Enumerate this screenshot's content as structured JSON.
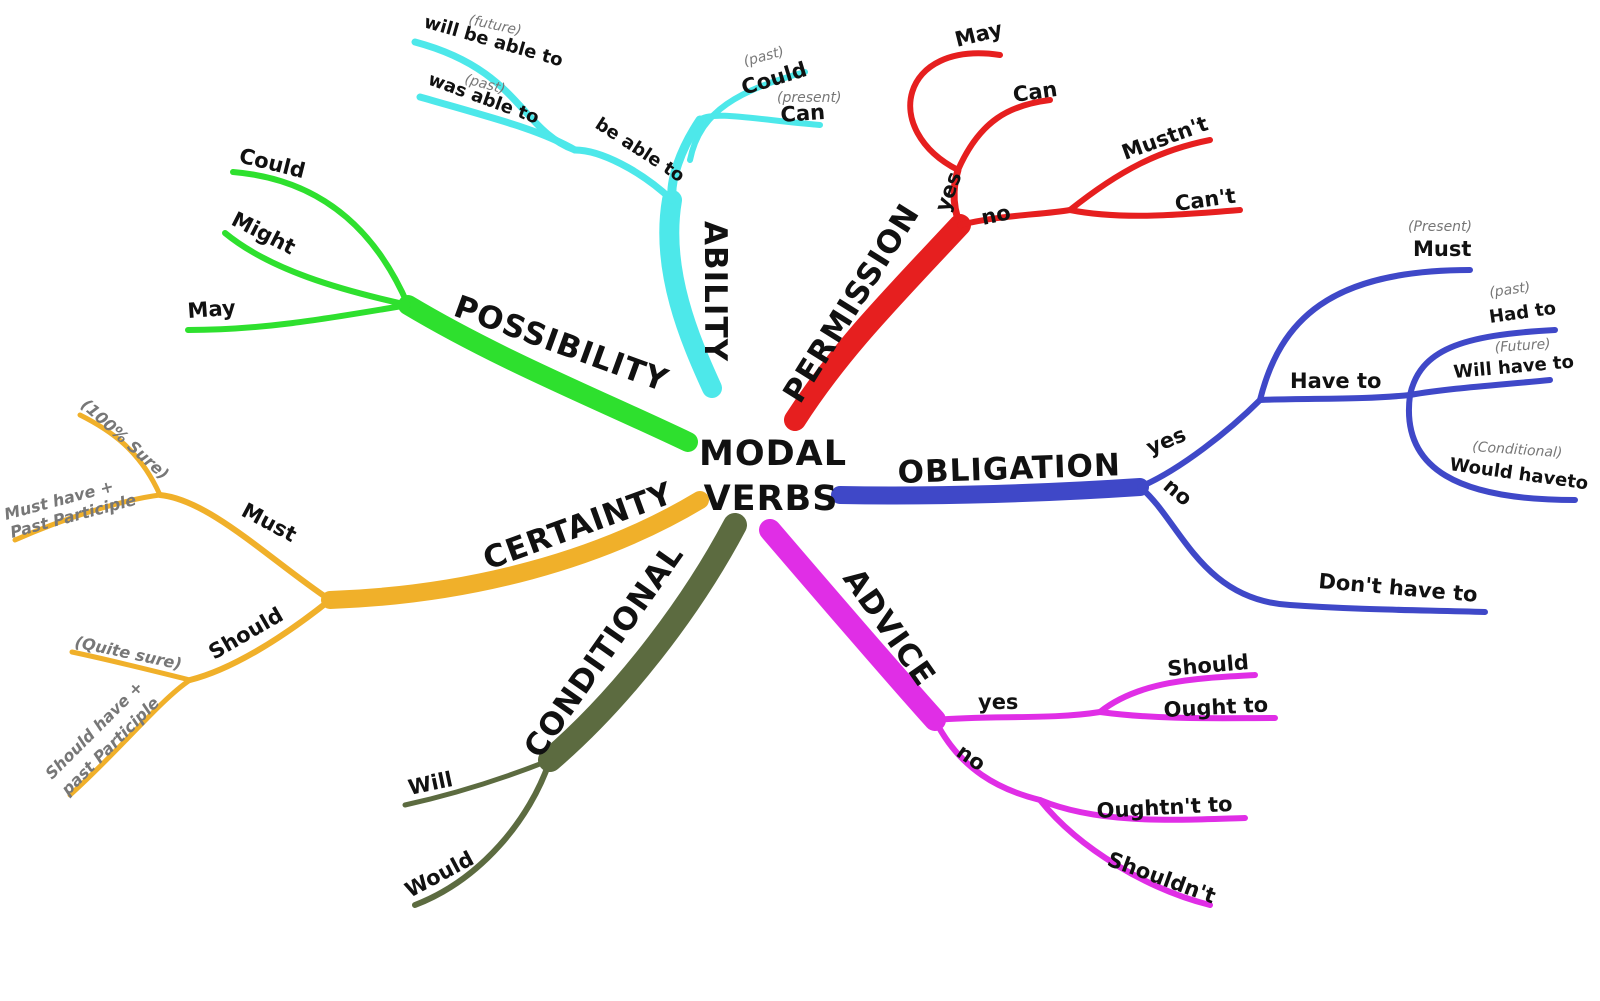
{
  "center": {
    "line1": "MODAL",
    "line2": "VERBS"
  },
  "colors": {
    "ability": "#4de8ea",
    "permission": "#e61f1f",
    "possibility": "#2ee02e",
    "certainty": "#f0b02a",
    "conditional": "#5c6b40",
    "advice": "#e02ee6",
    "obligation": "#3f48c8"
  },
  "branches": {
    "ability": {
      "title": "ABILITY",
      "be_able_to": "be able to",
      "will_note": "(future)",
      "will_be_able_to": "will be able to",
      "was_note": "(past)",
      "was_able_to": "was able to",
      "could_note": "(past)",
      "could": "Could",
      "can_note": "(present)",
      "can": "Can"
    },
    "permission": {
      "title": "PERMISSION",
      "yes": "yes",
      "no": "no",
      "may": "May",
      "can": "Can",
      "mustnt": "Mustn't",
      "cant": "Can't"
    },
    "possibility": {
      "title": "POSSIBILITY",
      "could": "Could",
      "might": "Might",
      "may": "May"
    },
    "certainty": {
      "title": "CERTAINTY",
      "must": "Must",
      "must_note": "(100% Sure)",
      "must_have_1": "Must have +",
      "must_have_2": "Past Participle",
      "should": "Should",
      "should_note": "(Quite sure)",
      "should_have_1": "Should have +",
      "should_have_2": "past Participle"
    },
    "conditional": {
      "title": "CONDITIONAL",
      "will": "Will",
      "would": "Would"
    },
    "advice": {
      "title": "ADVICE",
      "yes": "yes",
      "no": "no",
      "should": "Should",
      "ought_to": "Ought to",
      "oughtnt_to": "Oughtn't to",
      "shouldnt": "Shouldn't"
    },
    "obligation": {
      "title": "OBLIGATION",
      "yes": "yes",
      "no": "no",
      "must_note": "(Present)",
      "must": "Must",
      "have_to": "Have to",
      "had_note": "(past)",
      "had_to": "Had to",
      "will_note": "(Future)",
      "will_have_to": "Will have to",
      "would_note": "(Conditional)",
      "would_have_to": "Would haveto",
      "dont_have_to": "Don't have to"
    }
  }
}
